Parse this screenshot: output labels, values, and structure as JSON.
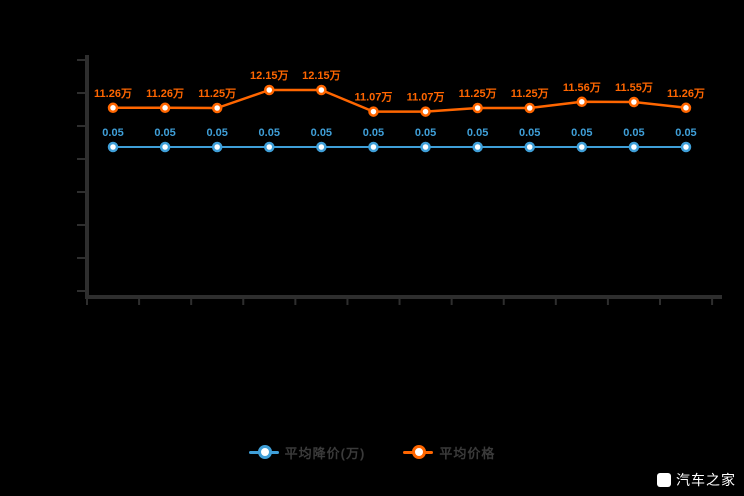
{
  "chart_data": {
    "type": "line",
    "title": "",
    "xlabel": "",
    "ylabel": "",
    "x_tick_labels_visible": false,
    "point_count": 12,
    "grid": false,
    "legend_position": "bottom-center",
    "series": [
      {
        "name": "平均降价(万)",
        "color": "#3F9FD8",
        "values": [
          0.05,
          0.05,
          0.05,
          0.05,
          0.05,
          0.05,
          0.05,
          0.05,
          0.05,
          0.05,
          0.05,
          0.05
        ],
        "labels": [
          "0.05",
          "0.05",
          "0.05",
          "0.05",
          "0.05",
          "0.05",
          "0.05",
          "0.05",
          "0.05",
          "0.05",
          "0.05",
          "0.05"
        ]
      },
      {
        "name": "平均价格",
        "color": "#FF6600",
        "values": [
          11.26,
          11.26,
          11.25,
          12.15,
          12.15,
          11.07,
          11.07,
          11.25,
          11.25,
          11.56,
          11.55,
          11.26
        ],
        "labels": [
          "11.26万",
          "11.26万",
          "11.25万",
          "12.15万",
          "12.15万",
          "11.07万",
          "11.07万",
          "11.25万",
          "11.25万",
          "11.56万",
          "11.55万",
          "11.26万"
        ]
      }
    ],
    "legend": [
      {
        "label": "平均降价(万)",
        "color": "#3F9FD8"
      },
      {
        "label": "平均价格",
        "color": "#FF6600"
      }
    ]
  },
  "watermark": {
    "text": "汽车之家"
  },
  "colors": {
    "background": "#000000",
    "axis": "#2e2e2e",
    "legend_text": "#3a3a3a",
    "blue_series": "#3F9FD8",
    "orange_series": "#FF6600"
  }
}
